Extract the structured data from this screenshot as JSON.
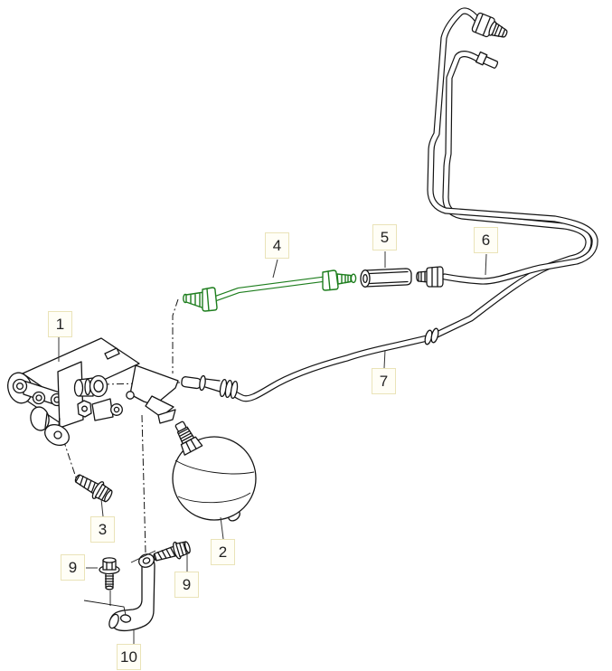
{
  "diagram": {
    "kind": "exploded-parts-line-drawing",
    "background": "#ffffff",
    "line_color": "#141414",
    "highlight_color": "#1e7e1e",
    "label_box": {
      "fill": "#fffef6",
      "border": "#eae3b8",
      "text": "#222222"
    }
  },
  "callouts": {
    "c1": {
      "label": "1"
    },
    "c2": {
      "label": "2"
    },
    "c3": {
      "label": "3"
    },
    "c4": {
      "label": "4"
    },
    "c5": {
      "label": "5"
    },
    "c6": {
      "label": "6"
    },
    "c7": {
      "label": "7"
    },
    "c9a": {
      "label": "9"
    },
    "c9b": {
      "label": "9"
    },
    "c10": {
      "label": "10"
    }
  }
}
